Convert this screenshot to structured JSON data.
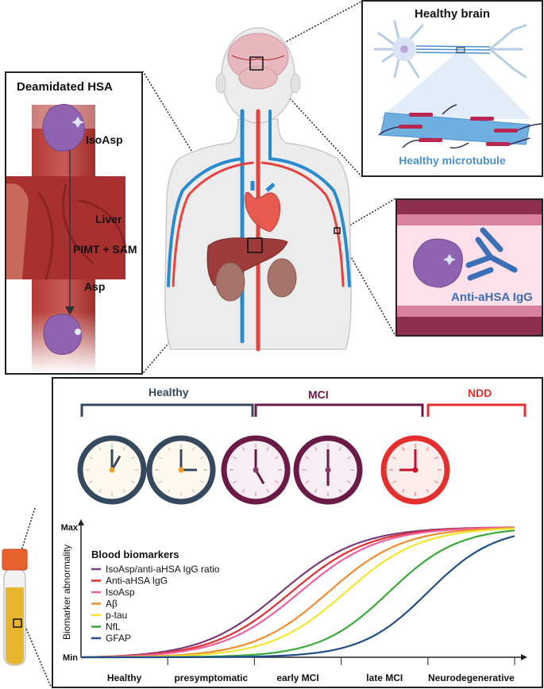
{
  "colors": {
    "healthy": "#34495e",
    "mci": "#6b1a47",
    "ndd": "#e3302f",
    "vessel": "#a8302f",
    "protein": "#8f63b0",
    "antibody": "#3a6fb5",
    "microtubule_text": "#4a8fd0"
  },
  "left_panel": {
    "title": "Deamidated HSA",
    "isoasp_label": "IsoAsp",
    "liver_label": "Liver",
    "enzyme_label": "PIMT + SAM",
    "asp_label": "Asp"
  },
  "brain_panel": {
    "title": "Healthy brain",
    "subtitle": "Healthy microtubule"
  },
  "antibody_panel": {
    "label": "Anti-aHSA IgG"
  },
  "stages": [
    {
      "label": "Healthy",
      "color": "#34495e"
    },
    {
      "label": "MCI",
      "color": "#6b1a47"
    },
    {
      "label": "NDD",
      "color": "#e3302f"
    }
  ],
  "clocks": [
    {
      "stage": "Healthy",
      "hour": 1,
      "minute": 0
    },
    {
      "stage": "Healthy",
      "hour": 3,
      "minute": 0
    },
    {
      "stage": "MCI",
      "hour": 5,
      "minute": 0
    },
    {
      "stage": "MCI",
      "hour": 6,
      "minute": 0
    },
    {
      "stage": "NDD",
      "hour": 9,
      "minute": 0
    }
  ],
  "chart_data": {
    "type": "line",
    "title": "",
    "xlabel": "",
    "ylabel": "Biomarker abnormality",
    "y_ticks": [
      "Min",
      "Max"
    ],
    "ylim": [
      0,
      1
    ],
    "xlim": [
      0,
      5
    ],
    "categories": [
      "Healthy",
      "presymptomatic",
      "early MCI",
      "late MCI",
      "Neurodegenerative"
    ],
    "legend_title": "Blood biomarkers",
    "legend_position": "top-left",
    "grid": false,
    "series": [
      {
        "name": "IsoAsp/anti-aHSA IgG ratio",
        "color": "#7b3a7a",
        "midpoint": 2.3,
        "steepness": 2.2
      },
      {
        "name": "Anti-aHSA IgG",
        "color": "#e0302e",
        "midpoint": 2.42,
        "steepness": 2.2
      },
      {
        "name": "IsoAsp",
        "color": "#ef5fa0",
        "midpoint": 2.52,
        "steepness": 2.2
      },
      {
        "name": "Aβ",
        "color": "#f28a2e",
        "midpoint": 2.85,
        "steepness": 2.3
      },
      {
        "name": "p-tau",
        "color": "#f2e52e",
        "midpoint": 3.05,
        "steepness": 2.3
      },
      {
        "name": "NfL",
        "color": "#3aa93a",
        "midpoint": 3.55,
        "steepness": 2.5
      },
      {
        "name": "GFAP",
        "color": "#1f4e8a",
        "midpoint": 4.0,
        "steepness": 2.6
      }
    ]
  }
}
